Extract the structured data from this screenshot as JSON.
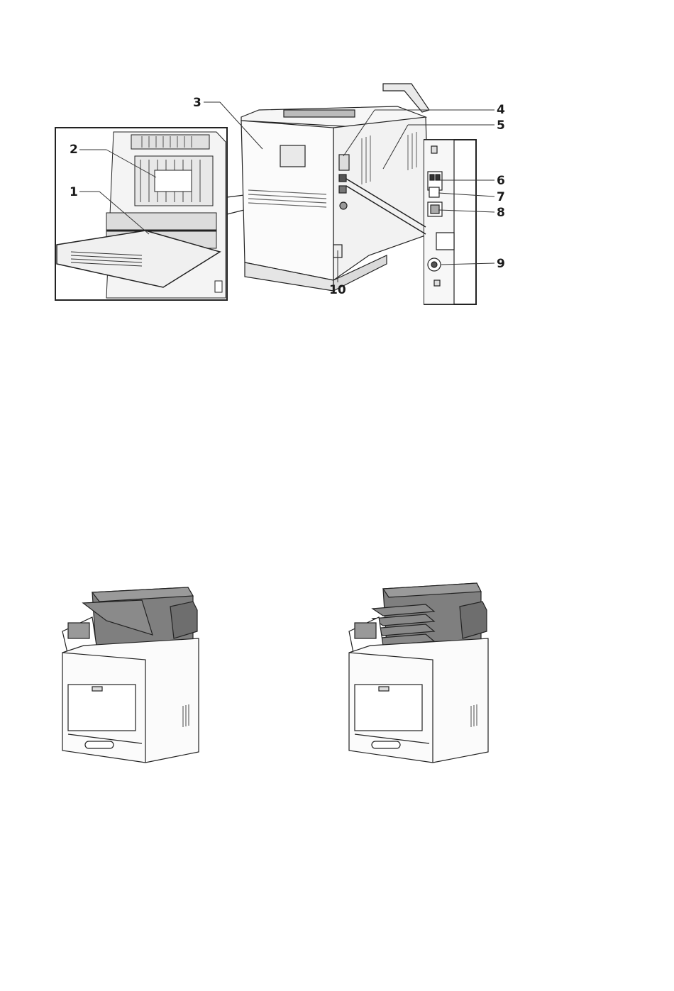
{
  "figure_rear": {
    "callouts": [
      "1",
      "2",
      "3",
      "4",
      "5",
      "6",
      "7",
      "8",
      "9",
      "10"
    ]
  },
  "figure_options": {
    "left_label": "",
    "right_label": ""
  }
}
